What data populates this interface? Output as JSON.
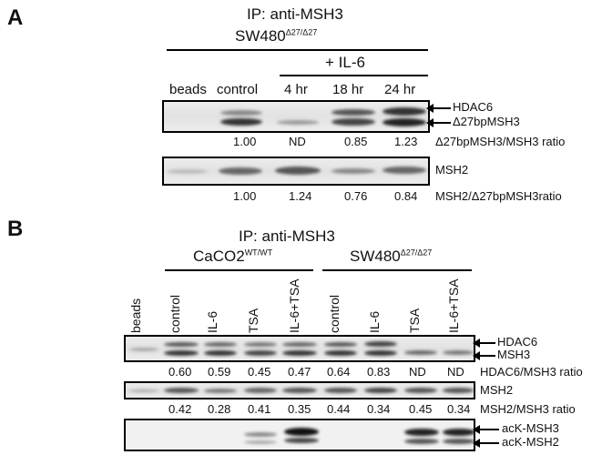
{
  "panelA": {
    "letter": "A",
    "ip": "IP: anti-MSH3",
    "cell_line": "SW480",
    "cell_line_sup": "Δ27/Δ27",
    "treatment": "+ IL-6",
    "lanes": [
      "beads",
      "control",
      "4 hr",
      "18 hr",
      "24 hr"
    ],
    "blot1_labels": [
      "HDAC6",
      "Δ27bpMSH3"
    ],
    "ratio1_values": [
      "1.00",
      "ND",
      "0.85",
      "1.23"
    ],
    "ratio1_label": "Δ27bpMSH3/MSH3 ratio",
    "blot2_label": "MSH2",
    "ratio2_values": [
      "1.00",
      "1.24",
      "0.76",
      "0.84"
    ],
    "ratio2_label": "MSH2/Δ27bpMSH3ratio"
  },
  "panelB": {
    "letter": "B",
    "ip": "IP: anti-MSH3",
    "group1": "CaCO2",
    "group1_sup": "WT/WT",
    "group2": "SW480",
    "group2_sup": "Δ27/Δ27",
    "lanes": [
      "beads",
      "control",
      "IL-6",
      "TSA",
      "IL-6+TSA",
      "control",
      "IL-6",
      "TSA",
      "IL-6+TSA"
    ],
    "blot1_labels": [
      "HDAC6",
      "MSH3"
    ],
    "ratio1_values": [
      "0.60",
      "0.59",
      "0.45",
      "0.47",
      "0.64",
      "0.83",
      "ND",
      "ND"
    ],
    "ratio1_label": "HDAC6/MSH3 ratio",
    "blot2_label": "MSH2",
    "ratio2_values": [
      "0.42",
      "0.28",
      "0.41",
      "0.35",
      "0.44",
      "0.34",
      "0.45",
      "0.34"
    ],
    "ratio2_label": "MSH2/MSH3 ratio",
    "blot3_labels": [
      "acK-MSH3",
      "acK-MSH2"
    ]
  }
}
